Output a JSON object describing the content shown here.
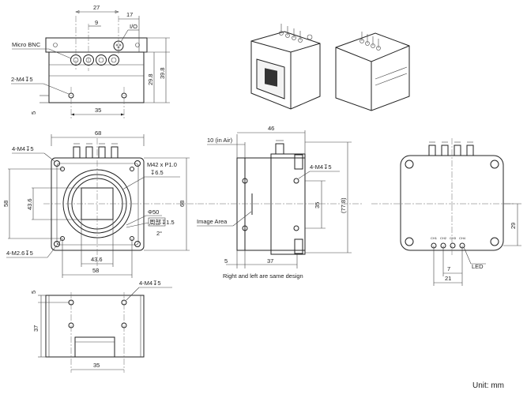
{
  "top_view": {
    "dim_27": "27",
    "dim_9": "9",
    "dim_17": "17",
    "io_label": "I/O",
    "micro_bnc_label": "Micro BNC",
    "m4_label": "2-M4↧5",
    "dim_5": "5",
    "dim_35": "35",
    "dim_29_8": "29.8",
    "dim_39_8": "39.8"
  },
  "front_view": {
    "dim_68_top": "68",
    "m4_label": "4-M4↧5",
    "m42_label": "M42 x P1.0",
    "m42_depth": "↧6.5",
    "dim_58_left": "58",
    "dim_43_6_left": "43.6",
    "dim_68_right": "68",
    "phi50_label": "Φ50",
    "counterbore_label": "周部↧1.5",
    "angle_label": "2°",
    "m2_label": "4-M2.6↧5",
    "dim_43_6_bottom": "43.6",
    "dim_58_bottom": "58"
  },
  "side_view": {
    "dim_46": "46",
    "in_air_label": "10 (in Air)",
    "m4_label": "4-M4↧5",
    "dim_35": "35",
    "dim_77_8": "(77.8)",
    "image_area_label": "Image Area",
    "dim_5": "5",
    "dim_37": "37",
    "note": "Right and left are same design"
  },
  "rear_view": {
    "dim_29": "29",
    "dim_7": "7",
    "dim_21": "21",
    "led_label": "LED",
    "port_labels": [
      "CH1",
      "CH2",
      "CH3",
      "CH4"
    ]
  },
  "bottom_view": {
    "m4_label": "4-M4↧5",
    "dim_5": "5",
    "dim_37": "37",
    "dim_35": "35"
  },
  "unit_label": "Unit: mm"
}
